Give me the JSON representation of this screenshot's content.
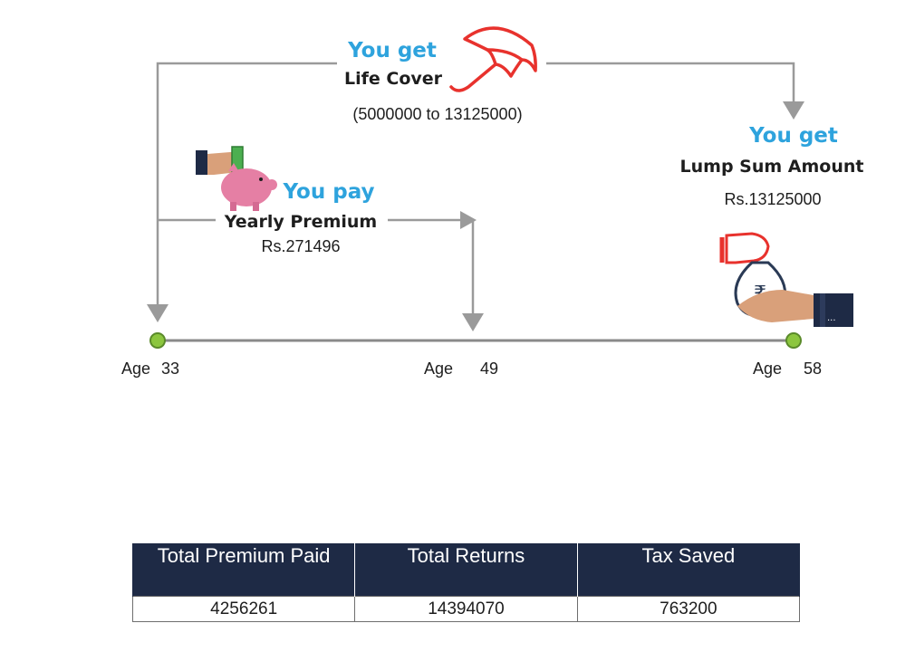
{
  "life_cover": {
    "heading": "You get",
    "title": "Life Cover",
    "range": "(5000000 to 13125000)",
    "icon": "umbrella-icon"
  },
  "premium": {
    "heading": "You pay",
    "title": "Yearly Premium",
    "amount": "Rs.271496",
    "icon": "piggy-bank-icon"
  },
  "lump_sum": {
    "heading": "You get",
    "title": "Lump Sum Amount",
    "amount": "Rs.13125000",
    "icon": "money-bag-icon"
  },
  "timeline": {
    "start": {
      "label": "Age",
      "value": "33"
    },
    "mid": {
      "label": "Age",
      "value": "49"
    },
    "end": {
      "label": "Age",
      "value": "58"
    }
  },
  "summary": {
    "headers": [
      "Total Premium Paid",
      "Total Returns",
      "Tax Saved"
    ],
    "values": [
      "4256261",
      "14394070",
      "763200"
    ]
  },
  "colors": {
    "accent_blue": "#2ea3dd",
    "arrow_gray": "#9a9a9a",
    "dot_green": "#8cc63f",
    "header_navy": "#1e2a45",
    "icon_red": "#e8322d"
  }
}
